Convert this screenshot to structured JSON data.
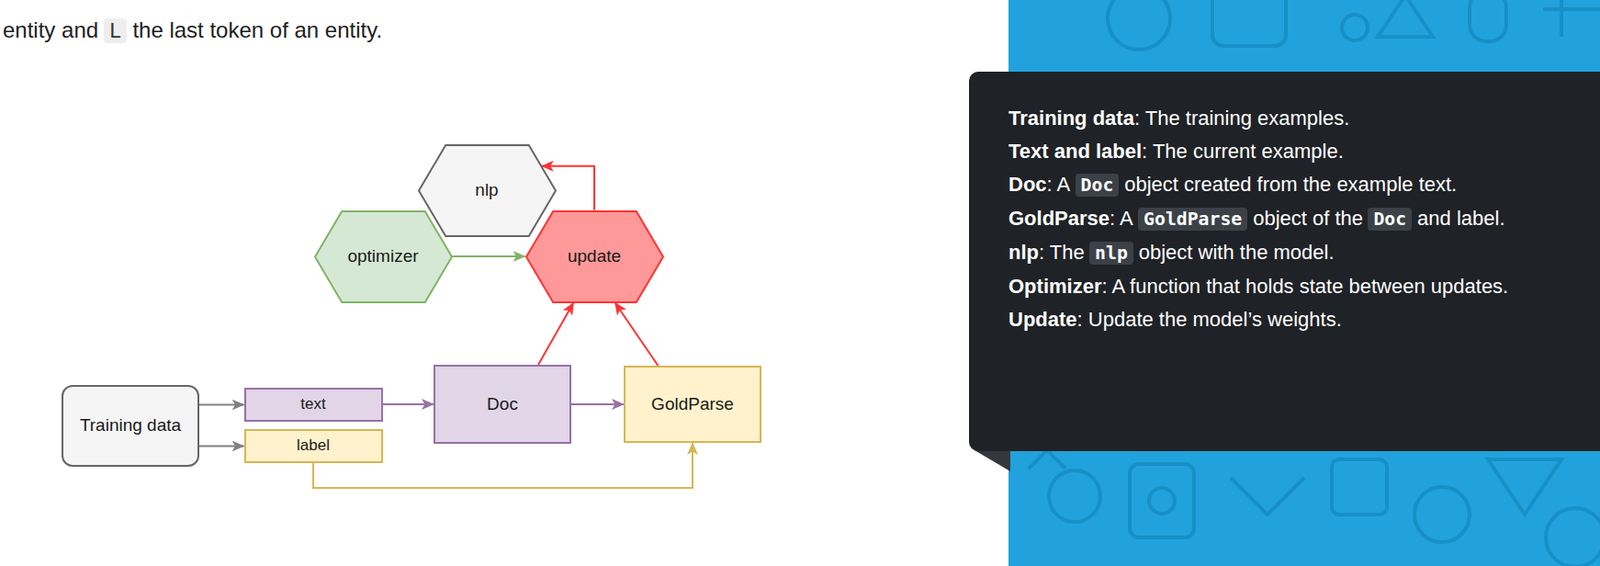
{
  "diagram": {
    "nodes": [
      {
        "text": [
          "nlp"
        ]
      },
      {
        "text": [
          "optimizer"
        ]
      },
      {
        "text": [
          "update"
        ]
      },
      {
        "text": [
          "Training data"
        ]
      },
      {
        "text": [
          "text"
        ]
      },
      {
        "text": [
          "label"
        ]
      },
      {
        "text": [
          "Doc"
        ]
      },
      {
        "text": [
          "GoldParse"
        ]
      }
    ],
    "edges": [
      {
        "from": 3,
        "to": 4,
        "arrow": "to"
      },
      {
        "from": 3,
        "to": 5,
        "arrow": "to"
      },
      {
        "from": 4,
        "to": 6,
        "arrow": "to"
      },
      {
        "from": 6,
        "to": 7,
        "arrow": "to"
      },
      {
        "from": 5,
        "to": 7,
        "arrow": "to"
      },
      {
        "from": 6,
        "to": 2,
        "arrow": "to"
      },
      {
        "from": 7,
        "to": 2,
        "arrow": "to"
      },
      {
        "from": 1,
        "to": 2,
        "arrow": "to"
      },
      {
        "from": 2,
        "to": 0,
        "arrow": "to"
      }
    ],
    "labels": [
      "entity and",
      "L",
      "the last token of an entity.",
      "Training data",
      ": The training examples.",
      "Text and label",
      ": The current example.",
      "Doc",
      ": A",
      "Doc",
      "object created from the example text.",
      "GoldParse",
      ": A",
      "GoldParse",
      "object of the",
      "Doc",
      "and label.",
      "nlp",
      ": The",
      "nlp",
      "object with the model.",
      "Optimizer",
      ": A function that holds state between updates.",
      "Update",
      ": Update the model’s weights."
    ]
  }
}
